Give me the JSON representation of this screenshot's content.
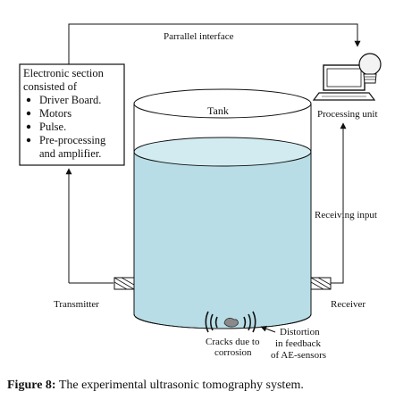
{
  "labels": {
    "parallel_interface": "Parrallel interface",
    "tank": "Tank",
    "processing_unit": "Processing unit",
    "receiving_input": "Receiving input",
    "transmitter": "Transmitter",
    "receiver": "Receiver",
    "cracks_line1": "Cracks due to",
    "cracks_line2": "corrosion",
    "distortion_line1": "Distortion",
    "distortion_line2": "in feedback",
    "distortion_line3": "of AE-sensors"
  },
  "electronic_box": {
    "title_line1": "Electronic section",
    "title_line2": "consisted of",
    "items": [
      "Driver Board.",
      "Motors",
      "Pulse.",
      "Pre-processing"
    ],
    "continuation": "and amplifier."
  },
  "caption": {
    "label": "Figure 8:",
    "text": " The experimental ultrasonic tomography system."
  },
  "colors": {
    "water": "#b8dde6",
    "water_top": "#d2ebf0",
    "lamp": "#f3f3f3"
  }
}
